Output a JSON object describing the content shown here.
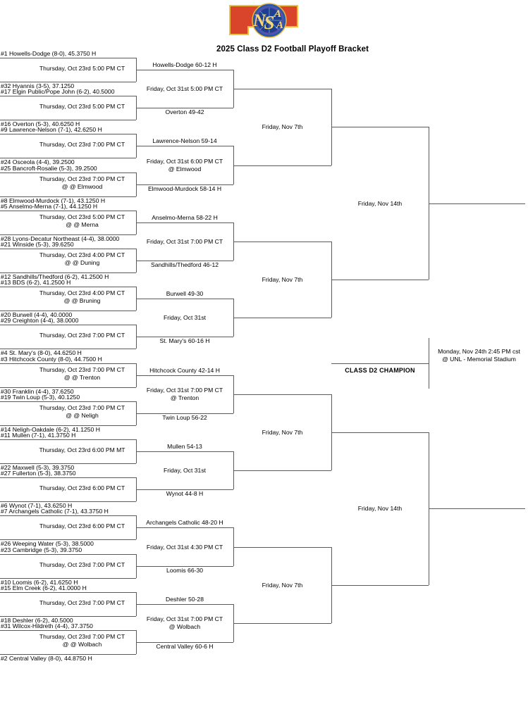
{
  "header": {
    "title": "2025 Class D2 Football Playoff Bracket",
    "logo_name": "nsaa-logo",
    "logo_text": "NSAA"
  },
  "round1": {
    "matchups": [
      {
        "top_team": "#1 Howells-Dodge (8-0), 45.3750 H",
        "bottom_team": "#32 Hyannis (3-5), 37.1250",
        "datetime": "Thursday, Oct 23rd 5:00 PM CT",
        "site": ""
      },
      {
        "top_team": "#17 Elgin Public/Pope John (6-2), 40.5000",
        "bottom_team": "#16 Overton (5-3), 40.6250 H",
        "datetime": "Thursday, Oct 23rd 5:00 PM CT",
        "site": ""
      },
      {
        "top_team": "#9 Lawrence-Nelson (7-1), 42.6250 H",
        "bottom_team": "#24 Osceola (4-4), 39.2500",
        "datetime": "Thursday, Oct 23rd 7:00 PM CT",
        "site": ""
      },
      {
        "top_team": "#25 Bancroft-Rosalie (5-3), 39.2500",
        "bottom_team": "#8 Elmwood-Murdock (7-1), 43.1250 H",
        "datetime": "Thursday, Oct 23rd 7:00 PM CT",
        "site": "@ @ Elmwood"
      },
      {
        "top_team": "#5 Anselmo-Merna (7-1), 44.1250 H",
        "bottom_team": "#28 Lyons-Decatur Northeast (4-4), 38.0000",
        "datetime": "Thursday, Oct 23rd 5:00 PM CT",
        "site": "@ @ Merna"
      },
      {
        "top_team": "#21 Winside (5-3), 39.6250",
        "bottom_team": "#12 Sandhills/Thedford (6-2), 41.2500 H",
        "datetime": "Thursday, Oct 23rd 4:00 PM CT",
        "site": "@ @ Duning"
      },
      {
        "top_team": "#13 BDS (6-2), 41.2500 H",
        "bottom_team": "#20 Burwell (4-4), 40.0000",
        "datetime": "Thursday, Oct 23rd 4:00 PM CT",
        "site": "@ @ Bruning"
      },
      {
        "top_team": "#29 Creighton (4-4), 38.0000",
        "bottom_team": "#4 St. Mary's (8-0), 44.6250 H",
        "datetime": "Thursday, Oct 23rd 7:00 PM CT",
        "site": ""
      },
      {
        "top_team": "#3 Hitchcock County (8-0), 44.7500 H",
        "bottom_team": "#30 Franklin (4-4), 37.6250",
        "datetime": "Thursday, Oct 23rd 7:00 PM CT",
        "site": "@ @ Trenton"
      },
      {
        "top_team": "#19 Twin Loup (5-3), 40.1250",
        "bottom_team": "#14 Neligh-Oakdale (6-2), 41.1250 H",
        "datetime": "Thursday, Oct 23rd 7:00 PM CT",
        "site": "@ @ Neligh"
      },
      {
        "top_team": "#11 Mullen (7-1), 41.3750 H",
        "bottom_team": "#22 Maxwell (5-3), 39.3750",
        "datetime": "Thursday, Oct 23rd 6:00 PM MT",
        "site": ""
      },
      {
        "top_team": "#27 Fullerton (5-3), 38.3750",
        "bottom_team": "#6 Wynot (7-1), 43.6250 H",
        "datetime": "Thursday, Oct 23rd 6:00 PM CT",
        "site": ""
      },
      {
        "top_team": "#7 Archangels Catholic (7-1), 43.3750 H",
        "bottom_team": "#26 Weeping Water (5-3), 38.5000",
        "datetime": "Thursday, Oct 23rd 6:00 PM CT",
        "site": ""
      },
      {
        "top_team": "#23 Cambridge (5-3), 39.3750",
        "bottom_team": "#10 Loomis (6-2), 41.6250 H",
        "datetime": "Thursday, Oct 23rd 7:00 PM CT",
        "site": ""
      },
      {
        "top_team": "#15 Elm Creek (6-2), 41.0000 H",
        "bottom_team": "#18 Deshler (6-2), 40.5000",
        "datetime": "Thursday, Oct 23rd 7:00 PM CT",
        "site": ""
      },
      {
        "top_team": "#31 Wilcox-Hildreth (4-4), 37.3750",
        "bottom_team": "#2 Central Valley (8-0), 44.8750 H",
        "datetime": "Thursday, Oct 23rd 7:00 PM CT",
        "site": "@ @ Wolbach"
      }
    ]
  },
  "round2": {
    "matchups": [
      {
        "top_result": "Howells-Dodge 60-12 H",
        "bottom_result": "Overton 49-42",
        "datetime": "Friday, Oct 31st 5:00 PM CT",
        "site": ""
      },
      {
        "top_result": "Lawrence-Nelson 59-14",
        "bottom_result": "Elmwood-Murdock 58-14 H",
        "datetime": "Friday, Oct 31st 6:00 PM CT",
        "site": "@ Elmwood"
      },
      {
        "top_result": "Anselmo-Merna 58-22 H",
        "bottom_result": "Sandhills/Thedford 46-12",
        "datetime": "Friday, Oct 31st 7:00 PM CT",
        "site": ""
      },
      {
        "top_result": "Burwell 49-30",
        "bottom_result": "St. Mary's 60-16 H",
        "datetime": "Friday, Oct 31st",
        "site": ""
      },
      {
        "top_result": "Hitchcock County 42-14 H",
        "bottom_result": "Twin Loup 56-22",
        "datetime": "Friday, Oct 31st 7:00 PM CT",
        "site": "@ Trenton"
      },
      {
        "top_result": "Mullen 54-13",
        "bottom_result": "Wynot 44-8 H",
        "datetime": "Friday, Oct 31st",
        "site": ""
      },
      {
        "top_result": "Archangels Catholic 48-20 H",
        "bottom_result": "Loomis 66-30",
        "datetime": "Friday, Oct 31st 4:30 PM CT",
        "site": ""
      },
      {
        "top_result": "Deshler 50-28",
        "bottom_result": "Central Valley 60-6 H",
        "datetime": "Friday, Oct 31st 7:00 PM CT",
        "site": "@ Wolbach"
      }
    ]
  },
  "round3": {
    "matchups": [
      {
        "datetime": "Friday, Nov 7th"
      },
      {
        "datetime": "Friday, Nov 7th"
      },
      {
        "datetime": "Friday, Nov 7th"
      },
      {
        "datetime": "Friday, Nov 7th"
      }
    ]
  },
  "round4": {
    "matchups": [
      {
        "datetime": "Friday, Nov 14th"
      },
      {
        "datetime": "Friday, Nov 14th"
      }
    ]
  },
  "final": {
    "champion_label": "CLASS D2 CHAMPION",
    "datetime": "Monday, Nov 24th 2:45 PM cst",
    "site": "@ UNL - Memorial Stadium"
  },
  "colors": {
    "line": "#5a5a5a",
    "text": "#000000",
    "logo_red": "#d8452b",
    "logo_blue": "#1b3c8c",
    "logo_gold": "#f2c13c",
    "background": "#ffffff"
  }
}
